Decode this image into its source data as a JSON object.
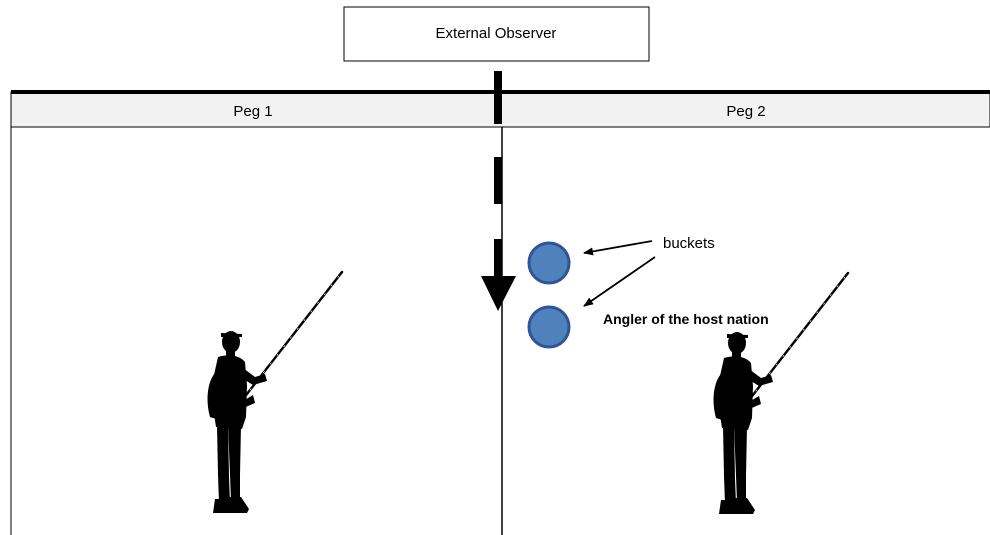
{
  "observer": {
    "label": "External Observer"
  },
  "pegs": [
    {
      "label": "Peg 1"
    },
    {
      "label": "Peg 2"
    }
  ],
  "annotations": {
    "buckets": "buckets",
    "angler": "Angler of the host nation"
  },
  "colors": {
    "header_fill": "#f2f2f2",
    "bucket_fill": "#4f81bd",
    "bucket_stroke": "#2f5597",
    "silhouette": "#000000"
  },
  "icons": {
    "figure": "angler-silhouette-icon",
    "bucket": "bucket-circle-icon"
  }
}
